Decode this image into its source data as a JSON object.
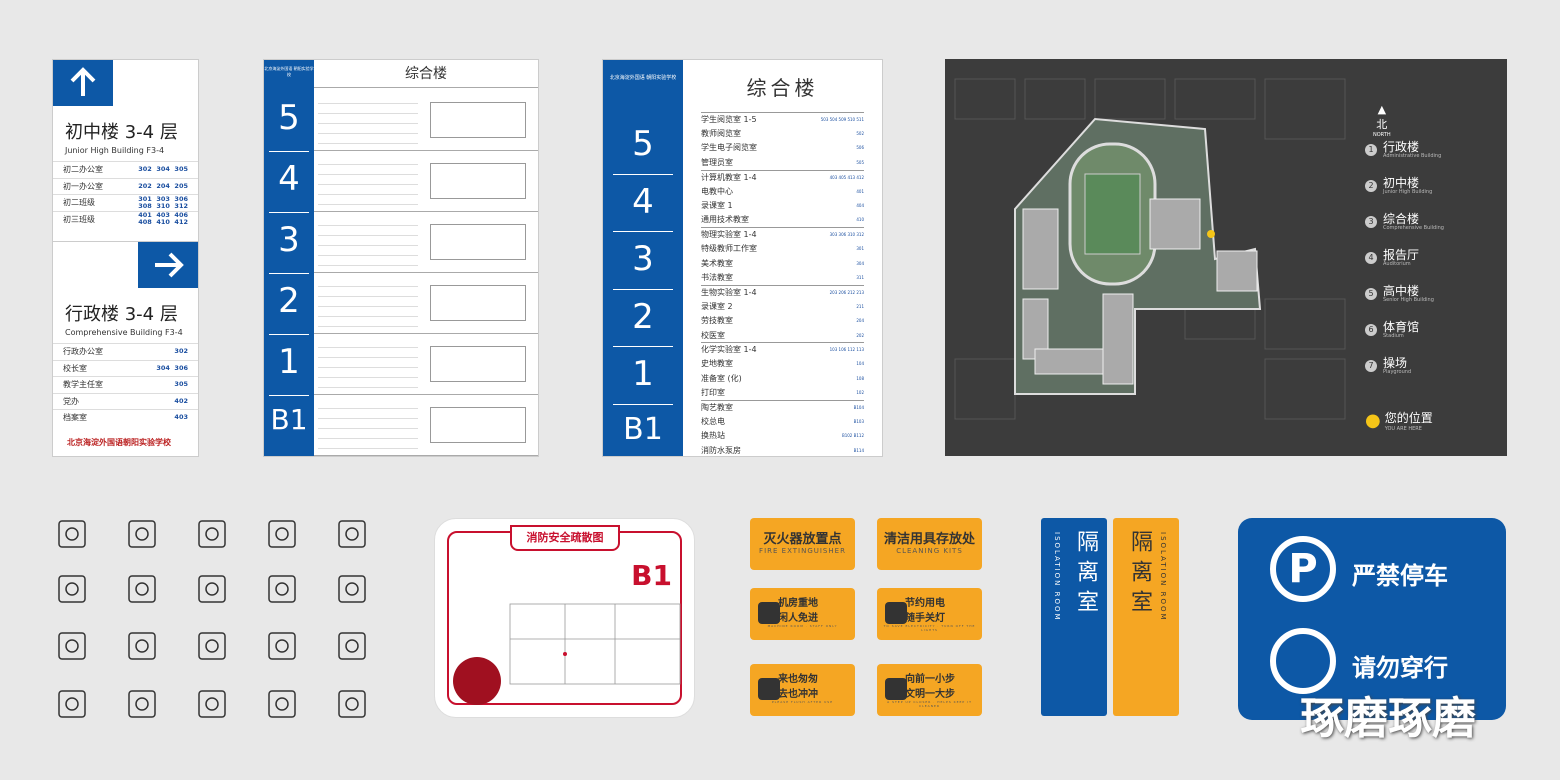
{
  "directory_sign": {
    "up_arrow": "arrow-up-icon",
    "junior": {
      "title": "初中楼 3-4 层",
      "subtitle": "Junior High Building F3-4",
      "rows": [
        {
          "label": "初二办公室",
          "nums": "302  304  305"
        },
        {
          "label": "初一办公室",
          "nums": "202  204  205"
        },
        {
          "label": "初二班级",
          "nums": "301  303  306\n308  310  312"
        },
        {
          "label": "初三班级",
          "nums": "401  403  406\n408  410  412"
        }
      ]
    },
    "right_arrow": "arrow-right-icon",
    "admin": {
      "title": "行政楼 3-4 层",
      "subtitle": "Comprehensive Building F3-4",
      "rows": [
        {
          "label": "行政办公室",
          "nums": "302"
        },
        {
          "label": "校长室",
          "nums": "304  306"
        },
        {
          "label": "教学主任室",
          "nums": "305"
        },
        {
          "label": "党办",
          "nums": "402"
        },
        {
          "label": "档案室",
          "nums": "403"
        }
      ]
    },
    "school_name": "北京海淀外国语朝阳实验学校"
  },
  "floor_directory_small": {
    "title": "综合楼",
    "school": "北京海淀外国语 朝阳实验学校",
    "floors": [
      "5",
      "4",
      "3",
      "2",
      "1",
      "B1"
    ]
  },
  "floor_directory_large": {
    "title": "综合楼",
    "school": "北京海淀外国语 朝阳实验学校",
    "floors": [
      "5",
      "4",
      "3",
      "2",
      "1",
      "B1"
    ],
    "rooms": [
      {
        "label": "学生阅览室 1-5",
        "num": "503 504 509 510 511"
      },
      {
        "label": "教师阅览室",
        "num": "502"
      },
      {
        "label": "学生电子阅览室",
        "num": "506"
      },
      {
        "label": "管理员室",
        "num": "505"
      },
      {
        "label": "计算机教室 1-4",
        "num": "403 405 413 412"
      },
      {
        "label": "电教中心",
        "num": "401"
      },
      {
        "label": "录课室 1",
        "num": "404"
      },
      {
        "label": "通用技术教室",
        "num": "410"
      },
      {
        "label": "物理实验室 1-4",
        "num": "303 306 310 312"
      },
      {
        "label": "特级教师工作室",
        "num": "301"
      },
      {
        "label": "美术教室",
        "num": "304"
      },
      {
        "label": "书法教室",
        "num": "311"
      },
      {
        "label": "生物实验室 1-4",
        "num": "203 206 212 213"
      },
      {
        "label": "录课室 2",
        "num": "211"
      },
      {
        "label": "劳技教室",
        "num": "204"
      },
      {
        "label": "校医室",
        "num": "202"
      },
      {
        "label": "化学实验室 1-4",
        "num": "103 106 112 113"
      },
      {
        "label": "史地教室",
        "num": "104"
      },
      {
        "label": "准备室 (化)",
        "num": "108"
      },
      {
        "label": "打印室",
        "num": "102"
      },
      {
        "label": "陶艺教室",
        "num": "B104"
      },
      {
        "label": "校总电",
        "num": "B103"
      },
      {
        "label": "换热站",
        "num": "B102 B112"
      },
      {
        "label": "消防水泵房",
        "num": "B114"
      }
    ]
  },
  "campus_map": {
    "north": "北",
    "north_en": "NORTH",
    "legend": [
      {
        "n": "1",
        "cn": "行政楼",
        "en": "Administrative Building"
      },
      {
        "n": "2",
        "cn": "初中楼",
        "en": "Junior High Building"
      },
      {
        "n": "3",
        "cn": "综合楼",
        "en": "Comprehensive Building"
      },
      {
        "n": "4",
        "cn": "报告厅",
        "en": "Auditorium"
      },
      {
        "n": "5",
        "cn": "高中楼",
        "en": "Senior High Building"
      },
      {
        "n": "6",
        "cn": "体育馆",
        "en": "Stadium"
      },
      {
        "n": "7",
        "cn": "操场",
        "en": "Playground"
      }
    ],
    "you_are_here": "您的位置",
    "you_are_here_en": "YOU ARE HERE"
  },
  "icons": [
    "book-icon",
    "yuan-icon",
    "restroom-icon",
    "film-icon",
    "printer-icon",
    "first-aid-icon",
    "globe-icon",
    "monitor-icon",
    "magnet-icon",
    "music-icon",
    "dress-icon",
    "palette-icon",
    "flask-icon",
    "microscope-icon",
    "balance-icon",
    "tie-icon",
    "teacher-icon",
    "chart-icon",
    "home-heart-icon",
    "tools-icon"
  ],
  "evacuation": {
    "title": "消防安全疏散图",
    "floor": "B1"
  },
  "yellow_signs": [
    {
      "cn": "灭火器放置点",
      "en": "FIRE EXTINGUISHER"
    },
    {
      "cn": "清洁用具存放处",
      "en": "CLEANING KITS"
    },
    {
      "cn": "机房重地\n闲人免进",
      "en": "MACHINE ROOM · STAFF ONLY"
    },
    {
      "cn": "节约用电\n随手关灯",
      "en": "TO SAVE ELECTRICITY · TURN OFF THE LIGHTS"
    },
    {
      "cn": "来也匆匆\n去也冲冲",
      "en": "PLEASE FLUSH AFTER USE"
    },
    {
      "cn": "向前一小步\n文明一大步",
      "en": "A STEP UP CLOSER · HELPS KEEP IT CLEANER"
    }
  ],
  "isolation": {
    "cn": "隔离室",
    "en": "ISOLATION ROOM"
  },
  "no_parking": {
    "line1": "严禁停车",
    "line2": "请勿穿行"
  },
  "watermark": "琢磨琢磨"
}
